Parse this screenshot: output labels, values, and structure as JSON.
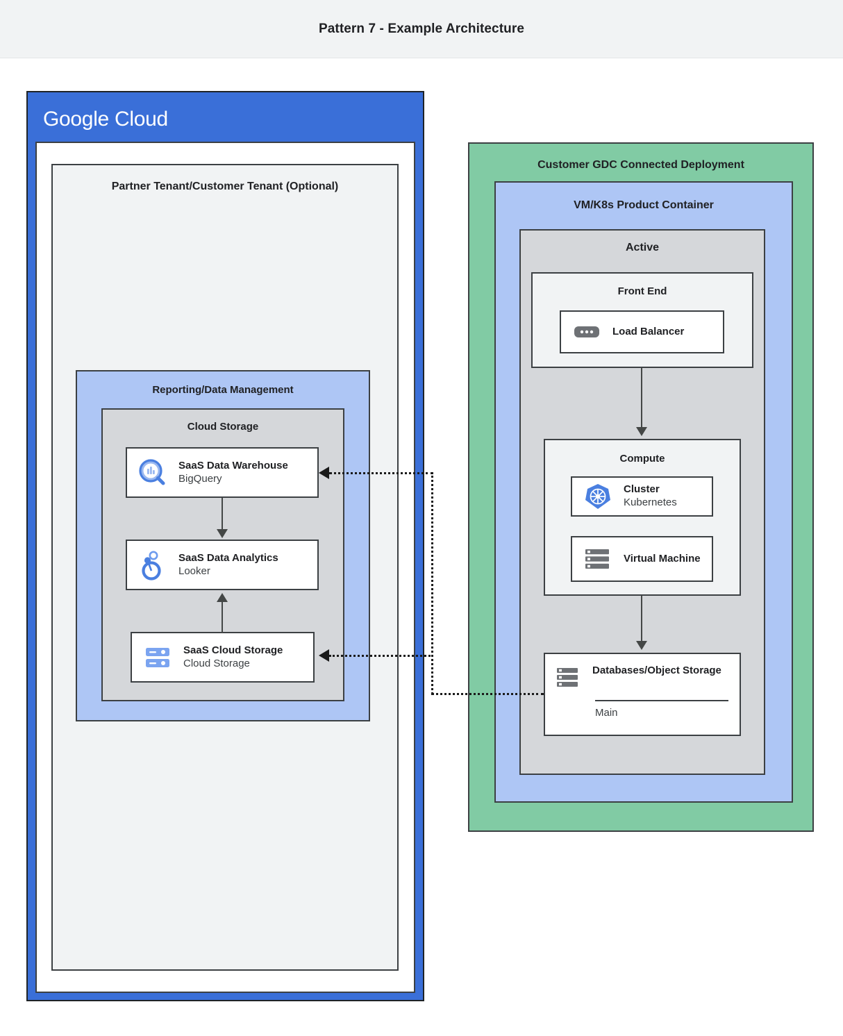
{
  "header": {
    "title": "Pattern 7 - Example Architecture"
  },
  "google_cloud": {
    "logo_part1": "Google",
    "logo_part2": "Cloud",
    "brand_color": "#3a6fd8",
    "tenant": {
      "label": "Partner Tenant/Customer Tenant (Optional)"
    },
    "reporting": {
      "label": "Reporting/Data Management",
      "accent_color": "#aec6f5",
      "cloud_storage_group": {
        "label": "Cloud Storage",
        "accent_color": "#d5d7da",
        "cards": [
          {
            "icon": "bigquery-icon",
            "name": "SaaS Data Warehouse",
            "product": "BigQuery"
          },
          {
            "icon": "looker-icon",
            "name": "SaaS Data Analytics",
            "product": "Looker"
          },
          {
            "icon": "cloud-storage-icon",
            "name": "SaaS Cloud Storage",
            "product": "Cloud Storage"
          }
        ]
      }
    }
  },
  "gdc": {
    "label": "Customer GDC Connected Deployment",
    "accent_color": "#81cba4",
    "product_container": {
      "label": "VM/K8s Product Container",
      "accent_color": "#aec6f5",
      "active": {
        "label": "Active",
        "accent_color": "#d5d7da",
        "front_end": {
          "label": "Front End",
          "card": {
            "icon": "load-balancer-icon",
            "name": "Load Balancer"
          }
        },
        "compute": {
          "label": "Compute",
          "cards": [
            {
              "icon": "kubernetes-icon",
              "name": "Cluster",
              "product": "Kubernetes"
            },
            {
              "icon": "virtual-machine-icon",
              "name": "Virtual Machine"
            }
          ]
        },
        "database": {
          "icon": "database-storage-icon",
          "name": "Databases/Object Storage",
          "sub": "Main"
        }
      }
    }
  },
  "connectors": {
    "arrow_color": "#444746",
    "dotted_color": "#1a1a1a",
    "solid": [
      {
        "from": "SaaS Data Warehouse",
        "to": "SaaS Data Analytics"
      },
      {
        "from": "SaaS Cloud Storage",
        "to": "SaaS Data Analytics"
      },
      {
        "from": "Front End",
        "to": "Compute"
      },
      {
        "from": "Compute",
        "to": "Databases/Object Storage"
      }
    ],
    "dotted": [
      {
        "from": "Databases/Object Storage",
        "to": "SaaS Data Warehouse"
      },
      {
        "from": "Databases/Object Storage",
        "to": "SaaS Cloud Storage"
      }
    ]
  }
}
